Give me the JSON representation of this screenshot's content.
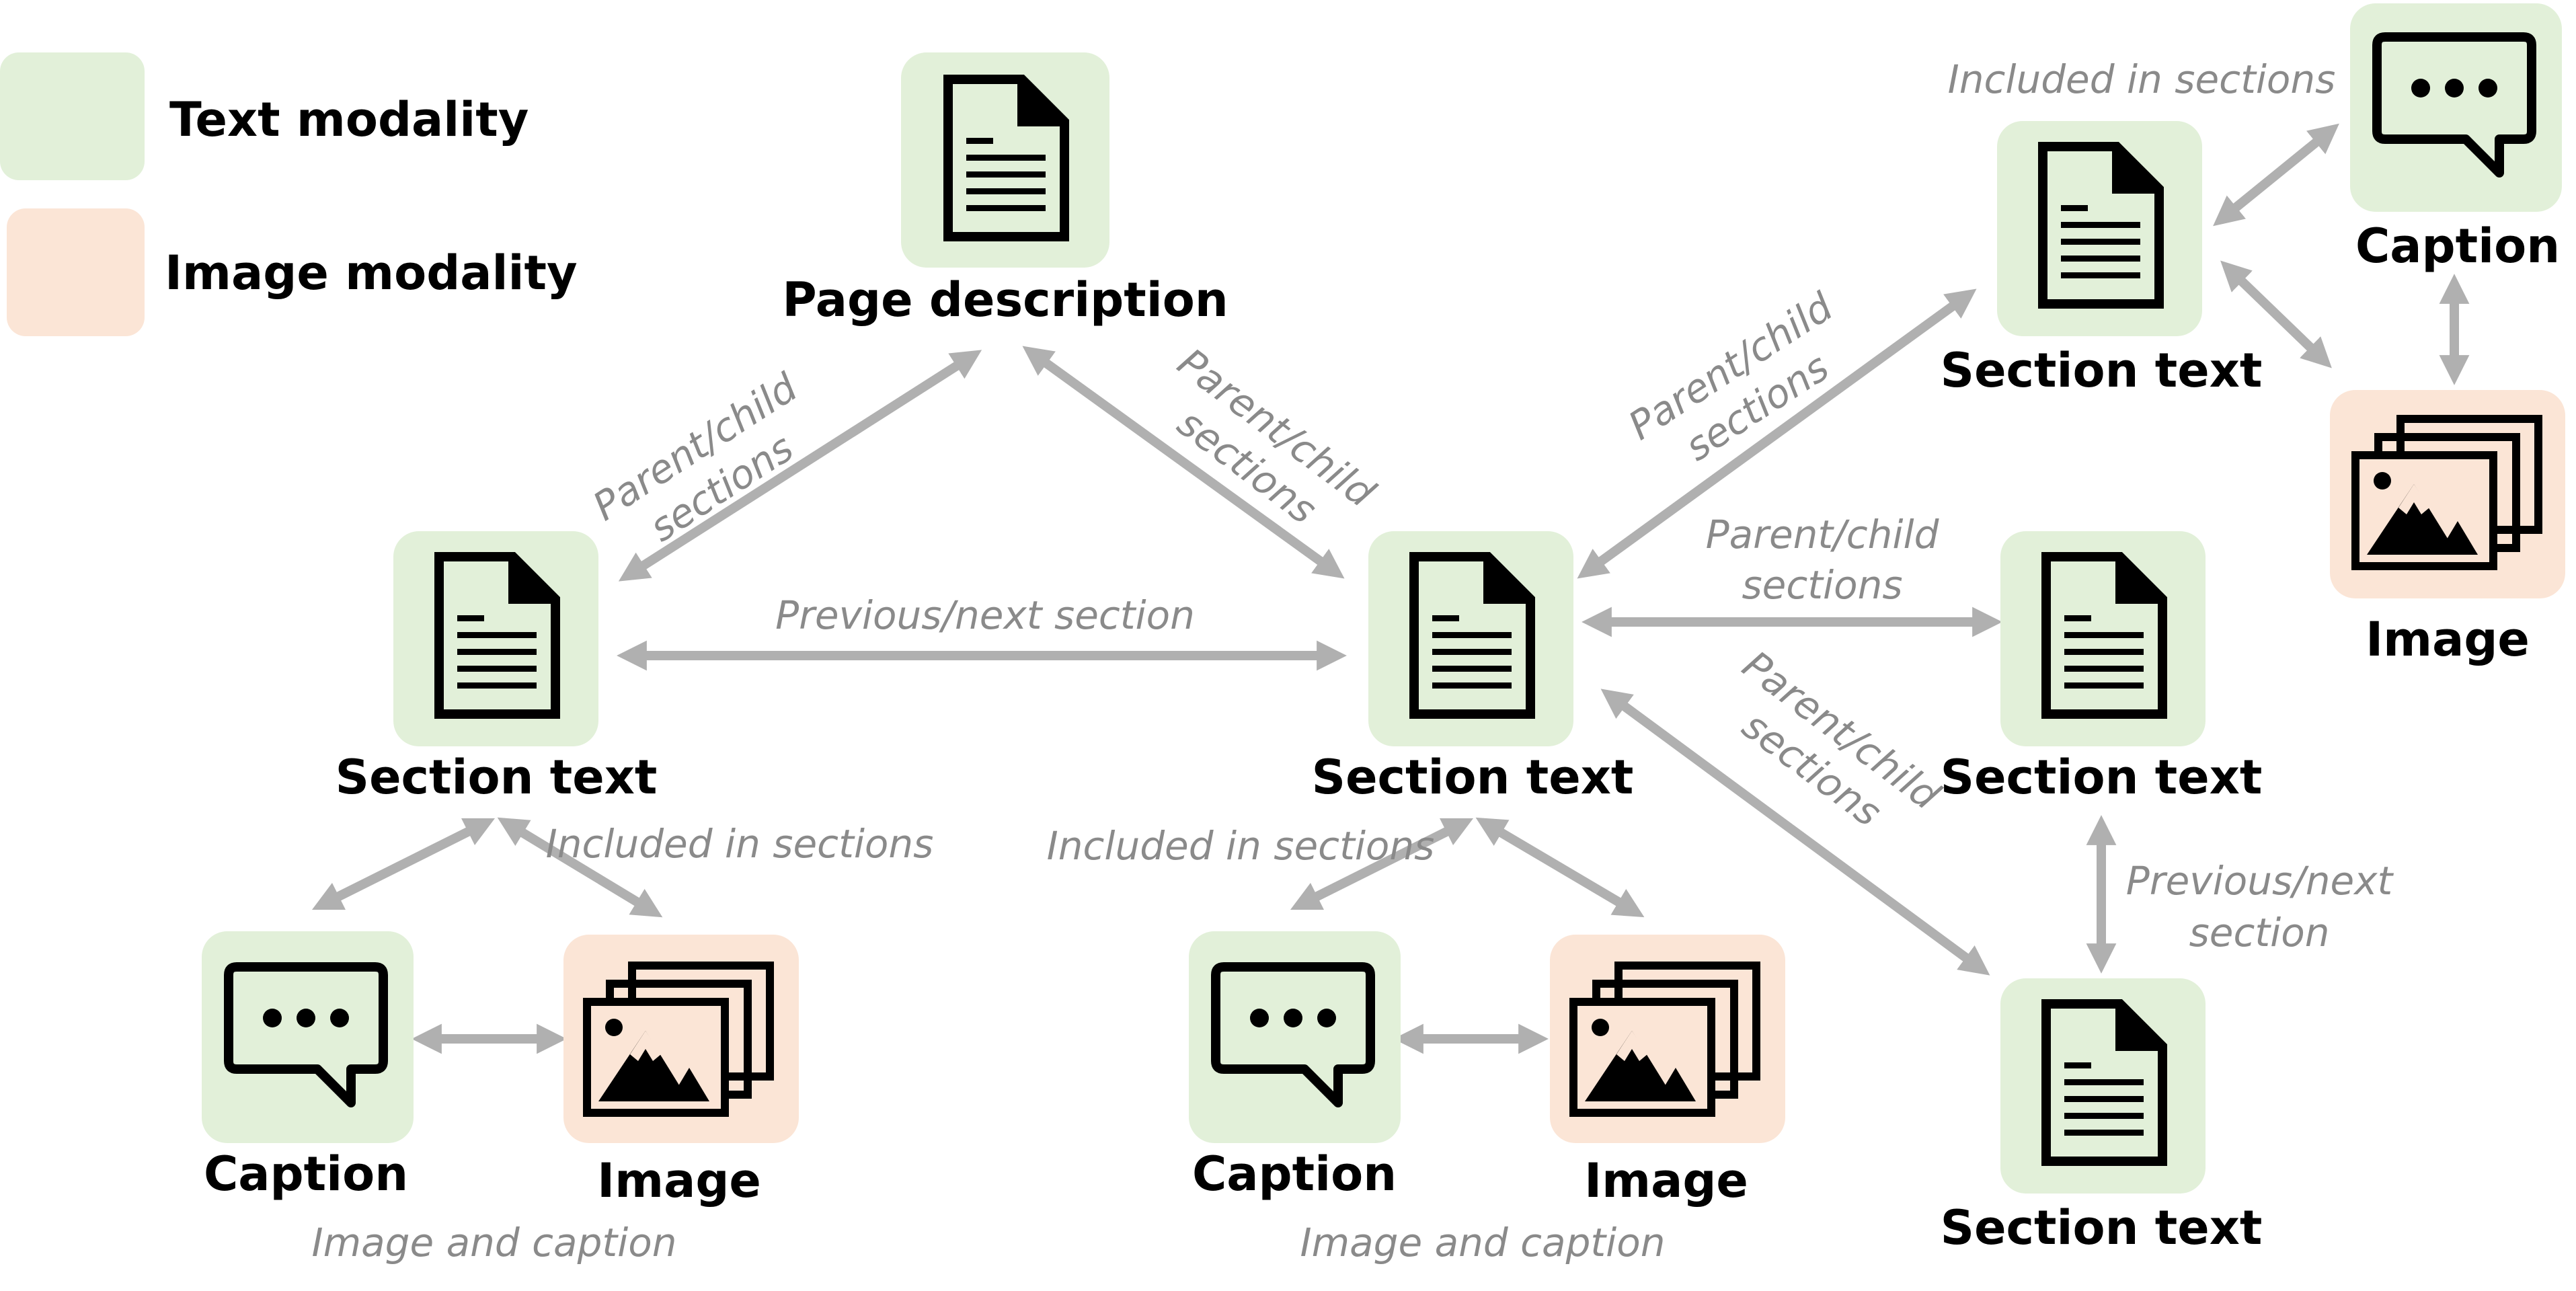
{
  "legend": {
    "text_label": "Text modality",
    "image_label": "Image modality"
  },
  "colors": {
    "text_modality": "#e2f0d9",
    "image_modality": "#fbe5d6",
    "arrow": "#b0b0b0",
    "edge_label": "#8a8a8a"
  },
  "nodes": {
    "page_description": "Page description",
    "section_text_left": "Section text",
    "section_text_center": "Section text",
    "section_text_top_right": "Section text",
    "section_text_mid_right": "Section text",
    "section_text_bottom_right": "Section text",
    "caption_left": "Caption",
    "image_left": "Image",
    "caption_center": "Caption",
    "image_center": "Image",
    "caption_far_right": "Caption",
    "image_far_right": "Image"
  },
  "edges": {
    "parent_child_left": [
      "Parent/child",
      "sections"
    ],
    "parent_child_center": [
      "Parent/child",
      "sections"
    ],
    "parent_child_upper_right": [
      "Parent/child",
      "sections"
    ],
    "parent_child_mid_right": [
      "Parent/child",
      "sections"
    ],
    "parent_child_lower_right": [
      "Parent/child",
      "sections"
    ],
    "previous_next_section": "Previous/next section",
    "previous_next_right": [
      "Previous/next",
      "section"
    ],
    "included_left": "Included in sections",
    "included_center": "Included in sections",
    "included_top_right": "Included in sections",
    "image_and_caption_left": "Image and caption",
    "image_and_caption_center": "Image and caption"
  }
}
